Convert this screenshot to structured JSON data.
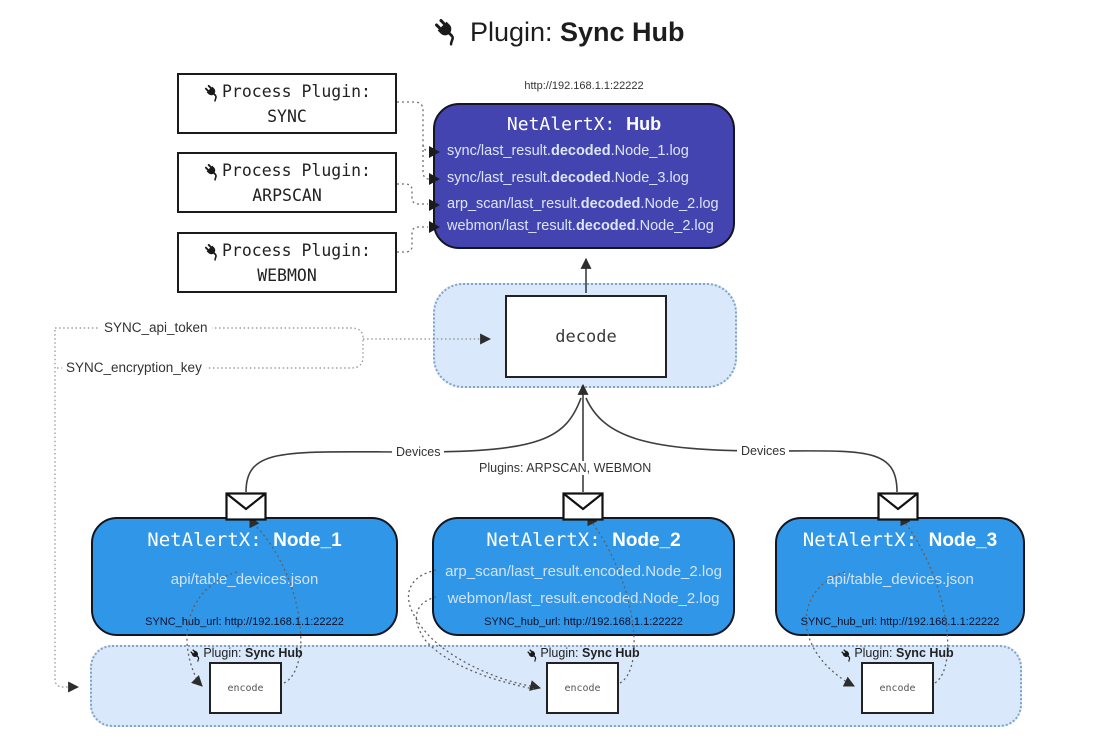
{
  "title": {
    "prefix": "Plugin: ",
    "bold": "Sync Hub"
  },
  "process_plugins": [
    {
      "label": "Process Plugin:",
      "name": "SYNC"
    },
    {
      "label": "Process Plugin:",
      "name": "ARPSCAN"
    },
    {
      "label": "Process Plugin:",
      "name": "WEBMON"
    }
  ],
  "hub": {
    "url": "http://192.168.1.1:22222",
    "title_prefix": "NetAlertX: ",
    "title_bold": "Hub",
    "logs": [
      {
        "pre": "sync/last_result.",
        "bold": "decoded",
        "post": ".Node_1.log"
      },
      {
        "pre": "sync/last_result.",
        "bold": "decoded",
        "post": ".Node_3.log"
      },
      {
        "pre": "arp_scan/last_result.",
        "bold": "decoded",
        "post": ".Node_2.log"
      },
      {
        "pre": "webmon/last_result.",
        "bold": "decoded",
        "post": ".Node_2.log"
      }
    ]
  },
  "decode_label": "decode",
  "keys": {
    "api_token": "SYNC_api_token",
    "encryption_key": "SYNC_encryption_key"
  },
  "edges": {
    "devices_left": "Devices",
    "devices_right": "Devices",
    "plugins": "Plugins: ARPSCAN, WEBMON"
  },
  "nodes": [
    {
      "title_prefix": "NetAlertX: ",
      "title_bold": "Node_1",
      "files": [
        "api/table_devices.json"
      ],
      "hub_url": "SYNC_hub_url: http://192.168.1.1:22222"
    },
    {
      "title_prefix": "NetAlertX: ",
      "title_bold": "Node_2",
      "files": [
        "arp_scan/last_result.encoded.Node_2.log",
        "webmon/last_result.encoded.Node_2.log"
      ],
      "hub_url": "SYNC_hub_url: http://192.168.1.1:22222"
    },
    {
      "title_prefix": "NetAlertX: ",
      "title_bold": "Node_3",
      "files": [
        "api/table_devices.json"
      ],
      "hub_url": "SYNC_hub_url: http://192.168.1.1:22222"
    }
  ],
  "sync_plugin": {
    "label_prefix": "Plugin: ",
    "label_bold": "Sync Hub",
    "encode_label": "encode"
  },
  "colors": {
    "hub_fill": "#4344b0",
    "node_fill": "#2f96e8",
    "group_fill": "#d9e9fb",
    "group_border": "#7fa3c9",
    "line": "#3e3e3e"
  }
}
